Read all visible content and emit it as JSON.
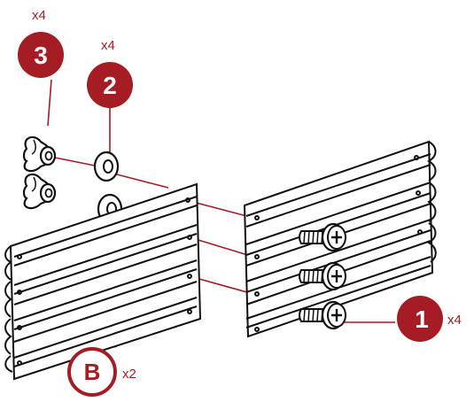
{
  "callouts": {
    "screw": {
      "number": "1",
      "quantity": "x4"
    },
    "washer": {
      "number": "2",
      "quantity": "x4"
    },
    "wing_nut": {
      "number": "3",
      "quantity": "x4"
    },
    "panel": {
      "letter": "B",
      "quantity": "x2"
    }
  },
  "colors": {
    "accent": "#a51c24",
    "line": "#111111",
    "leader": "#a51c24"
  },
  "icons": [
    "screw-icon",
    "washer-icon",
    "wing-nut-icon",
    "corrugated-panel-icon"
  ]
}
